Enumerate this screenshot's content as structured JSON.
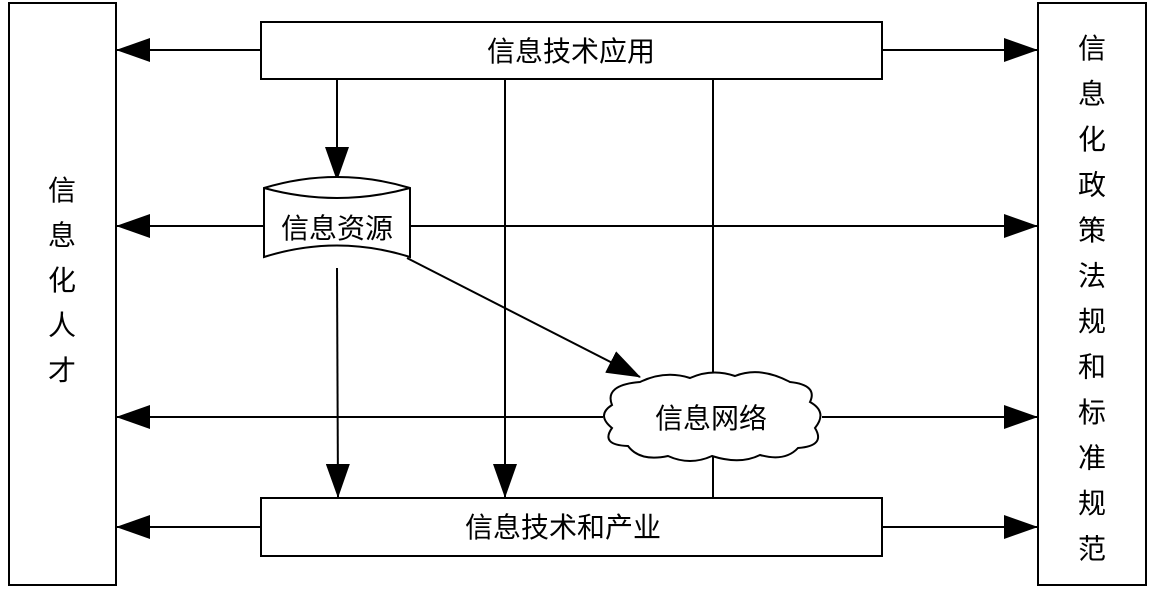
{
  "diagram": {
    "nodes": {
      "talent": {
        "label": "信息化人才",
        "shape": "vertical-box"
      },
      "policy": {
        "label": "信息化政策法规和标准规范",
        "shape": "vertical-box"
      },
      "application": {
        "label": "信息技术应用",
        "shape": "box"
      },
      "industry": {
        "label": "信息技术和产业",
        "shape": "box"
      },
      "resources": {
        "label": "信息资源",
        "shape": "cylinder"
      },
      "network": {
        "label": "信息网络",
        "shape": "cloud"
      }
    },
    "edges": [
      {
        "from": "application",
        "to": "talent",
        "arrow": "end"
      },
      {
        "from": "application",
        "to": "policy",
        "arrow": "end"
      },
      {
        "from": "resources",
        "to": "talent",
        "arrow": "end"
      },
      {
        "from": "resources",
        "to": "policy",
        "arrow": "end"
      },
      {
        "from": "network",
        "to": "talent",
        "arrow": "end"
      },
      {
        "from": "network",
        "to": "policy",
        "arrow": "end"
      },
      {
        "from": "industry",
        "to": "talent",
        "arrow": "end"
      },
      {
        "from": "industry",
        "to": "policy",
        "arrow": "end"
      },
      {
        "from": "application",
        "to": "resources",
        "arrow": "end"
      },
      {
        "from": "resources",
        "to": "industry",
        "arrow": "end"
      },
      {
        "from": "application",
        "to": "industry",
        "arrow": "end"
      },
      {
        "from": "resources",
        "to": "network",
        "arrow": "end"
      },
      {
        "from": "application",
        "to": "industry",
        "arrow": "none",
        "via": "network"
      }
    ]
  }
}
